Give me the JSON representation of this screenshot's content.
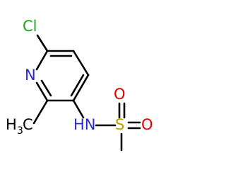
{
  "molecule": {
    "colors": {
      "bond": "#000000",
      "carbon": "#000000",
      "nitrogen": "#2b2bd0",
      "oxygen": "#e00000",
      "sulfur": "#b8a000",
      "chlorine": "#1fa31f"
    },
    "labels": {
      "chlorine": "Cl",
      "ring_nitrogen": "N",
      "methyl_main": "H",
      "methyl_sub": "3",
      "methyl_tail": "C",
      "amine": "HN",
      "sulfur": "S",
      "oxygen_top": "O",
      "oxygen_right": "O"
    }
  }
}
